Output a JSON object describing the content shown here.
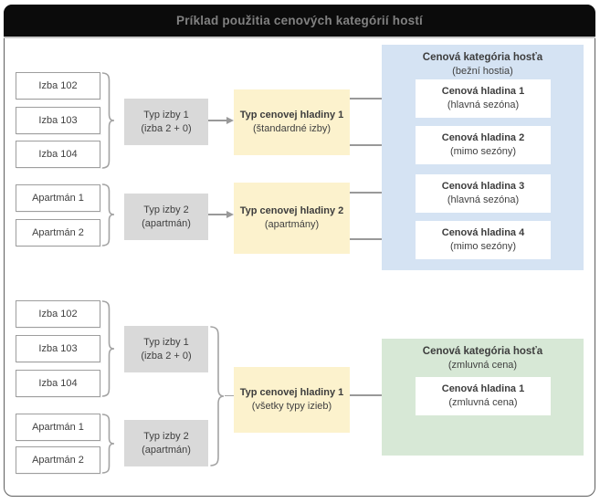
{
  "window": {
    "title": "Príklad použitia cenových kategórií hostí"
  },
  "top_section": {
    "rooms": [
      "Izba 102",
      "Izba 103",
      "Izba 104",
      "Apartmán 1",
      "Apartmán 2"
    ],
    "room_types": [
      {
        "name": "Typ izby 1",
        "detail": "(izba 2 + 0)"
      },
      {
        "name": "Typ izby 2",
        "detail": "(apartmán)"
      }
    ],
    "price_level_types": [
      {
        "name": "Typ cenovej hladiny 1",
        "detail": "(štandardné izby)"
      },
      {
        "name": "Typ cenovej hladiny 2",
        "detail": "(apartmány)"
      }
    ],
    "guest_category": {
      "title": "Cenová kategória hosťa",
      "subtitle": "(bežní hostia)",
      "price_levels": [
        {
          "name": "Cenová hladina 1",
          "detail": "(hlavná sezóna)"
        },
        {
          "name": "Cenová hladina 2",
          "detail": "(mimo sezóny)"
        },
        {
          "name": "Cenová hladina 3",
          "detail": "(hlavná sezóna)"
        },
        {
          "name": "Cenová hladina 4",
          "detail": "(mimo sezóny)"
        }
      ]
    }
  },
  "bottom_section": {
    "rooms": [
      "Izba 102",
      "Izba 103",
      "Izba 104",
      "Apartmán 1",
      "Apartmán 2"
    ],
    "room_types": [
      {
        "name": "Typ izby 1",
        "detail": "(izba 2 + 0)"
      },
      {
        "name": "Typ izby 2",
        "detail": "(apartmán)"
      }
    ],
    "price_level_types": [
      {
        "name": "Typ cenovej hladiny 1",
        "detail": "(všetky typy izieb)"
      }
    ],
    "guest_category": {
      "title": "Cenová kategória hosťa",
      "subtitle": "(zmluvná cena)",
      "price_levels": [
        {
          "name": "Cenová hladina 1",
          "detail": "(zmluvná cena)"
        }
      ]
    }
  },
  "colors": {
    "frame_border": "#5f5f5f",
    "header_bg": "#0b0b0b",
    "header_text": "#818181",
    "room_type_fill": "#d9d9d9",
    "price_level_type_fill": "#fcf2cd",
    "guest_category_regular_fill": "#d5e3f3",
    "guest_category_contract_fill": "#d7e8d6",
    "connector": "#999999",
    "text": "#404040"
  }
}
